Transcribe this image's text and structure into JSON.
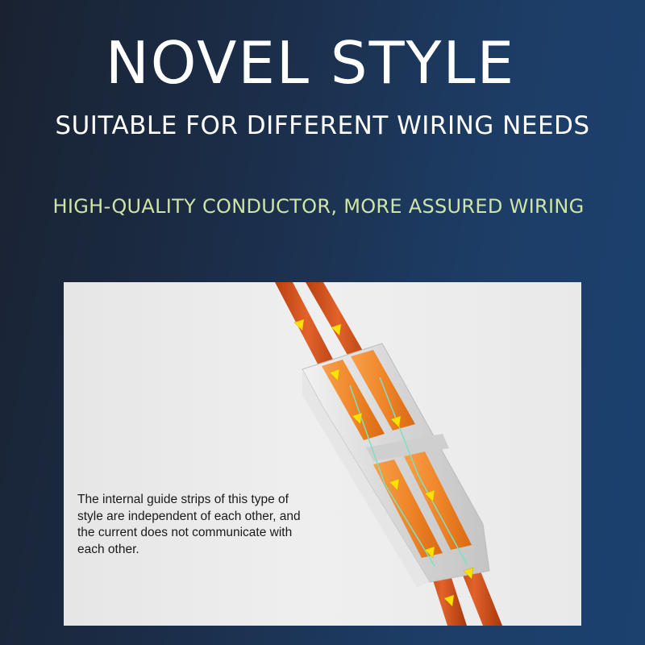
{
  "header": {
    "title": "NOVEL STYLE",
    "subtitle": "SUITABLE FOR DIFFERENT WIRING NEEDS",
    "tagline": "HIGH-QUALITY CONDUCTOR, MORE ASSURED WIRING"
  },
  "panel": {
    "caption": "The internal guide strips of this type of style are independent of each other, and the current does not communicate with each other."
  },
  "colors": {
    "tagline": "#cfe5a6",
    "wire": "#d9541c",
    "lever": "#f08a2c",
    "arrow": "#ffe000",
    "connector_body": "#dcdcdc"
  }
}
